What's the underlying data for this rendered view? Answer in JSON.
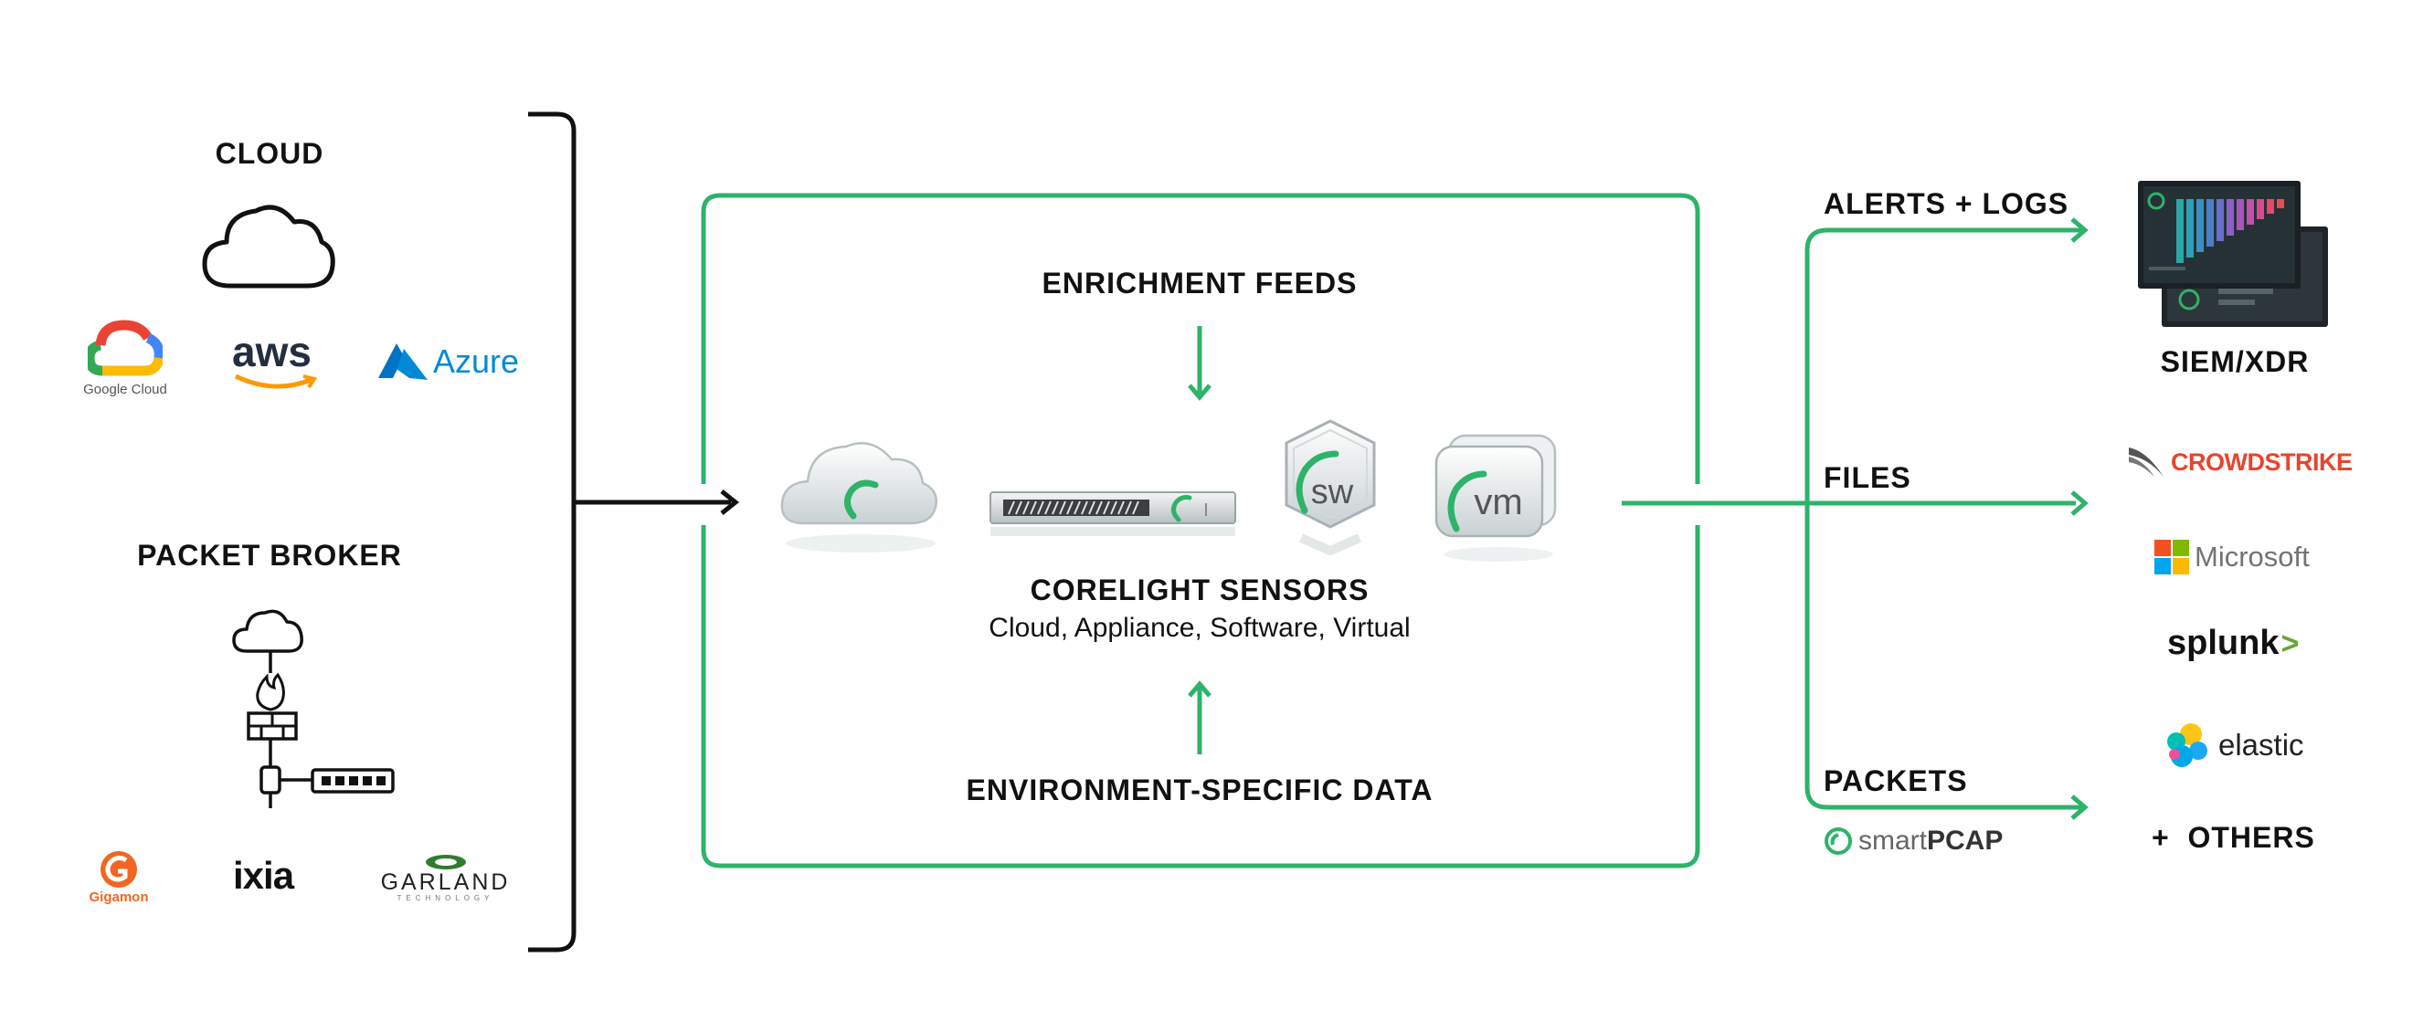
{
  "sources": {
    "cloud_title": "CLOUD",
    "cloud_logos": {
      "google_cloud": "Google Cloud",
      "aws": "aws",
      "azure": "Azure"
    },
    "packet_broker_title": "PACKET BROKER",
    "broker_logos": {
      "gigamon": "Gigamon",
      "ixia": "ixia",
      "garland": "GARLAND",
      "garland_sub": "TECHNOLOGY"
    }
  },
  "center": {
    "enrichment": "ENRICHMENT FEEDS",
    "sensors_title": "CORELIGHT SENSORS",
    "sensors_subtitle": "Cloud, Appliance, Software, Virtual",
    "environment": "ENVIRONMENT-SPECIFIC DATA",
    "sw_label": "sw",
    "vm_label": "vm"
  },
  "outputs": {
    "alerts_logs": "ALERTS + LOGS",
    "files": "FILES",
    "packets": "PACKETS",
    "smartpcap_a": "smart",
    "smartpcap_b": "PCAP"
  },
  "destinations": {
    "siem": "SIEM/XDR",
    "crowdstrike": "CROWDSTRIKE",
    "microsoft": "Microsoft",
    "splunk": "splunk",
    "splunk_mark": ">",
    "elastic": "elastic",
    "others": "+  OTHERS"
  },
  "colors": {
    "green": "#2db36a",
    "black": "#111111",
    "aws_orange": "#ff9900",
    "azure_blue": "#0089d6",
    "gigamon_orange": "#f26522",
    "crowdstrike_red": "#e8452c",
    "ms_red": "#f25022",
    "ms_green": "#7fba00",
    "ms_blue": "#00a4ef",
    "ms_yellow": "#ffb900"
  }
}
